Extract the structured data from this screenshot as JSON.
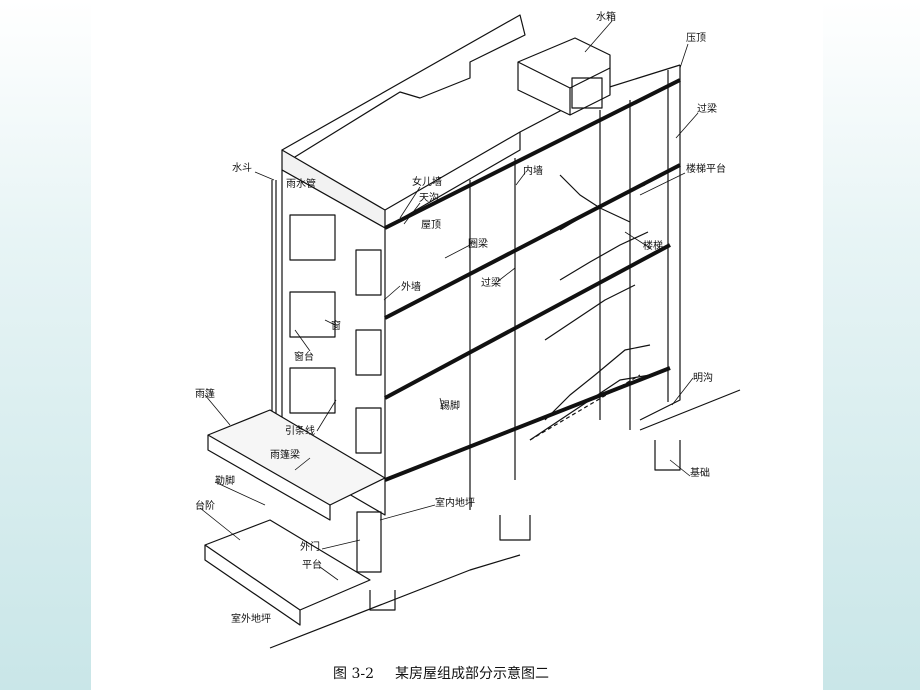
{
  "caption": {
    "figure_no": "图 3-2",
    "title": "某房屋组成部分示意图二"
  },
  "labels": {
    "water_tank": "水箱",
    "coping": "压顶",
    "lintel_top": "过梁",
    "stair_landing": "楼梯平台",
    "water_hopper": "水斗",
    "downpipe": "雨水管",
    "parapet": "女儿墙",
    "gutter": "天沟",
    "inner_wall": "内墙",
    "roof": "屋顶",
    "ring_beam": "圈梁",
    "stairs": "楼梯",
    "outer_wall": "外墙",
    "lintel_mid": "过梁",
    "window": "窗",
    "windowsill": "窗台",
    "open_drain": "明沟",
    "canopy": "雨篷",
    "skirting": "踢脚",
    "drip_line": "引条线",
    "foundation": "基础",
    "canopy_beam": "雨篷梁",
    "plinth": "勒脚",
    "indoor_floor": "室内地坪",
    "steps": "台阶",
    "outer_door": "外门",
    "platform": "平台",
    "outdoor_ground": "室外地坪"
  }
}
